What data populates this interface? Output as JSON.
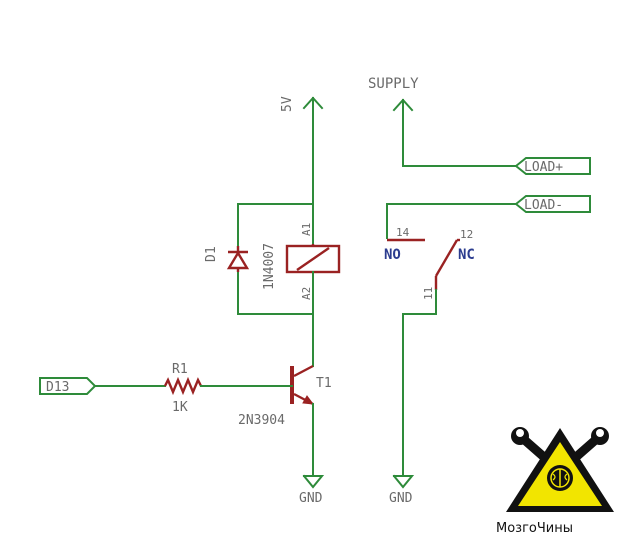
{
  "labels": {
    "vcc": "5V",
    "supply": "SUPPLY",
    "load_plus": "LOAD+",
    "load_minus": "LOAD-",
    "d13": "D13",
    "gnd_left": "GND",
    "gnd_right": "GND"
  },
  "components": {
    "diode": {
      "ref": "D1",
      "value": "1N4007"
    },
    "relay_coil": {
      "pin_a1": "A1",
      "pin_a2": "A2"
    },
    "resistor": {
      "ref": "R1",
      "value": "1K"
    },
    "transistor": {
      "ref": "T1",
      "value": "2N3904"
    },
    "switch": {
      "pin_no": "14",
      "pin_nc": "12",
      "pin_com": "11",
      "no_label": "NO",
      "nc_label": "NC"
    }
  },
  "brand": {
    "name": "МозгоЧины"
  },
  "colors": {
    "wire": "#2e8b3a",
    "part": "#9a2222",
    "label": "#6a6a6a",
    "switch_label": "#2b3c8f",
    "logo_yellow": "#f2e500"
  }
}
